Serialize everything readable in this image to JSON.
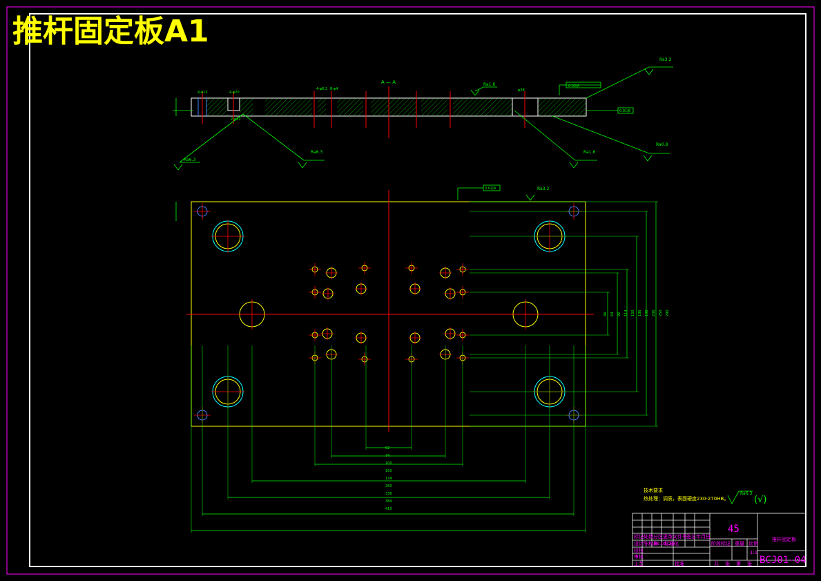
{
  "title": "推杆固定板A1",
  "section_label": "A — A",
  "tech_requirements": {
    "heading": "技术要求",
    "line1": "热处理：调质，表面硬度230-270HB。"
  },
  "roughness": {
    "top_right_a": "Ra3.2",
    "top_right_b": "Ra1.6",
    "general": "Ra6.3",
    "mid_left": "Ra6.3",
    "mid_right": "Ra0.8",
    "bottom_left": "Ra6.3",
    "plan": "Ra3.2",
    "ann1": "Ra1.6",
    "ann2": "Ra0.8",
    "other": "(√)"
  },
  "tolerance_frames": {
    "section_top": "0.02|A",
    "section_right": "0.01|B",
    "plan_top": "0.02|A"
  },
  "title_block": {
    "material": "45",
    "part_name": "推杆固定板",
    "drawing_no": "BCJ01-04",
    "scale": "1:1",
    "header_cells": [
      "标记",
      "处数",
      "分区",
      "更改文件号",
      "签名",
      "年月日"
    ],
    "row_design": [
      "设计",
      "陈秋梅",
      "10.05.25",
      "标准化"
    ],
    "row_labels": [
      "校核",
      "审核",
      "工艺"
    ],
    "approve": "批准",
    "stage_labels": [
      "阶段标记",
      "重量",
      "比例"
    ],
    "sheet_labels": [
      "共",
      "张",
      "第",
      "张"
    ]
  },
  "dimensions_bottom": [
    "62",
    "74",
    "100",
    "150",
    "174",
    "250",
    "336",
    "384",
    "410"
  ],
  "dimensions_right": [
    "46",
    "64",
    "92",
    "114",
    "150",
    "186",
    "198",
    "236",
    "250",
    "290"
  ],
  "section_dims": [
    "4-φ12",
    "4-φ20",
    "4-φ6.2",
    "8-φ4",
    "φ28",
    "2-φ32"
  ]
}
